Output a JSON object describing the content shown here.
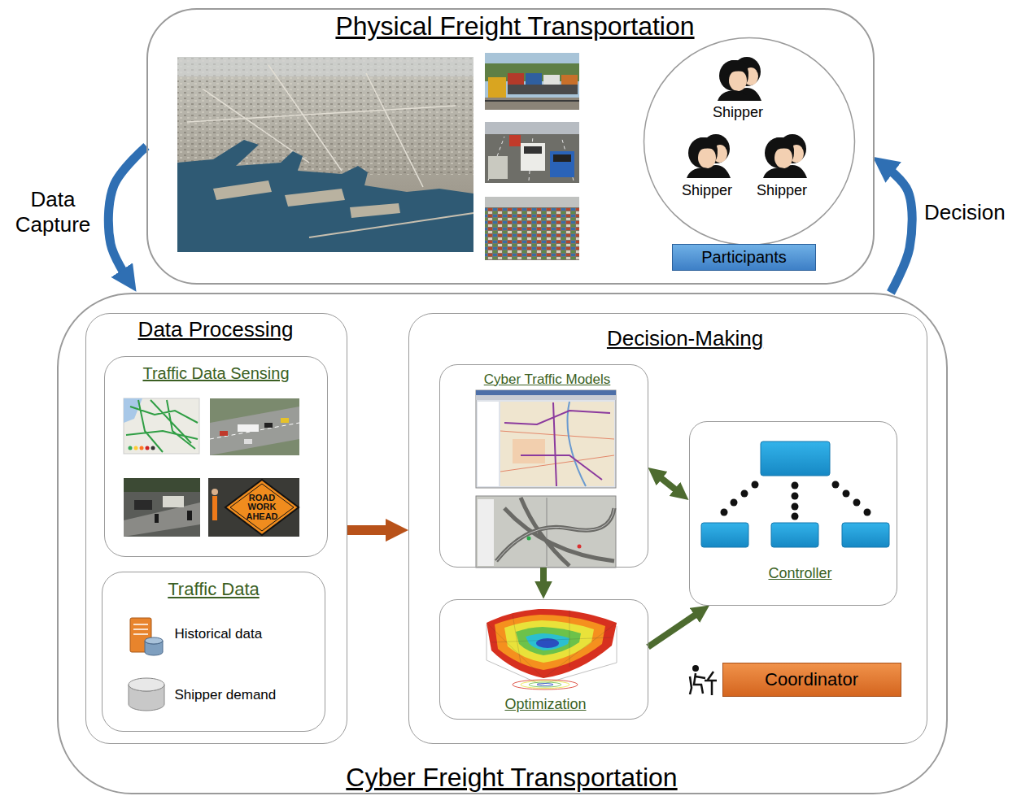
{
  "diagram": {
    "nodes": [
      {
        "text": [
          "Physical Freight Transportation"
        ]
      },
      {
        "text": [
          "Shipper",
          "Shipper",
          "Shipper"
        ],
        "in": 0
      },
      {
        "text": [
          "Participants"
        ],
        "in": 0
      },
      {
        "text": [
          "Cyber Freight Transportation"
        ]
      },
      {
        "text": [
          "Data Processing"
        ],
        "in": 3
      },
      {
        "text": [
          "Traffic Data Sensing"
        ],
        "in": 4
      },
      {
        "text": [
          "Traffic Data",
          "Historical data",
          "Shipper demand"
        ],
        "in": 4
      },
      {
        "text": [
          "Decision-Making"
        ],
        "in": 3
      },
      {
        "text": [
          "Cyber Traffic Models"
        ],
        "in": 7
      },
      {
        "text": [
          "Optimization"
        ],
        "in": 7
      },
      {
        "text": [
          "Controller"
        ],
        "in": 7
      },
      {
        "text": [
          "Coordinator"
        ],
        "in": 7
      }
    ],
    "edges": [
      {
        "from": 0,
        "to": 3,
        "label": "Data Capture",
        "arrow": "to"
      },
      {
        "from": 3,
        "to": 0,
        "label": "Decision",
        "arrow": "to"
      },
      {
        "from": 4,
        "to": 7,
        "arrow": "to"
      },
      {
        "from": 8,
        "to": 10,
        "arrow": "both"
      },
      {
        "from": 8,
        "to": 9,
        "arrow": "to"
      },
      {
        "from": 9,
        "to": 10,
        "arrow": "to"
      }
    ],
    "labels": [
      "ROAD WORK AHEAD"
    ]
  }
}
